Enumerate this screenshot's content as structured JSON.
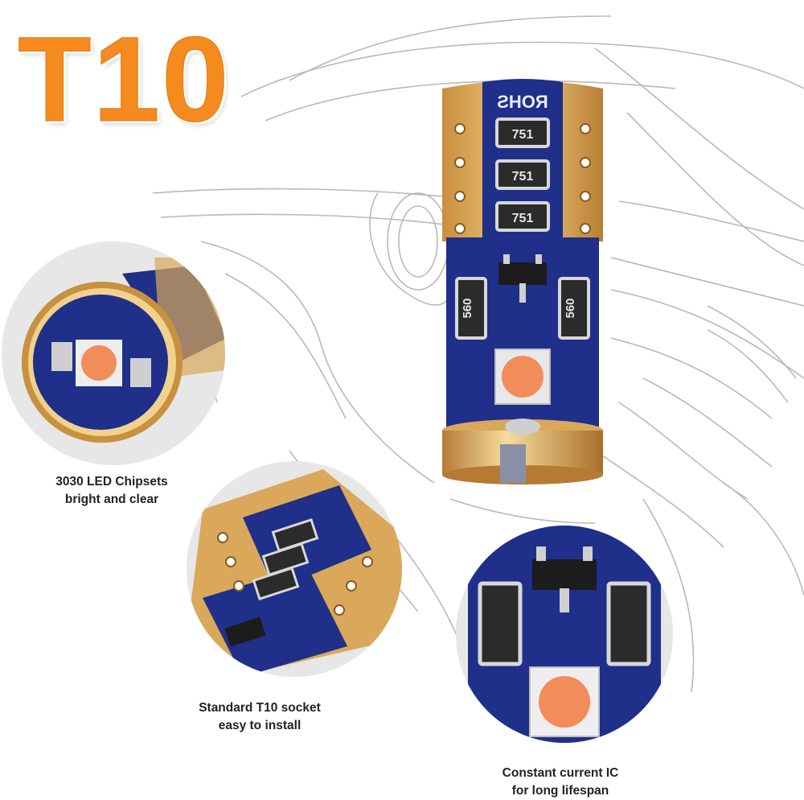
{
  "headline": "T10",
  "product_markings": {
    "board_mark": "ROHS",
    "resistor_code_a": "751",
    "resistor_code_b": "560"
  },
  "features": [
    {
      "line1": "3030 LED Chipsets",
      "line2": "bright and clear",
      "icon": "led-chip-closeup"
    },
    {
      "line1": "Standard T10 socket",
      "line2": "easy to install",
      "icon": "socket-closeup"
    },
    {
      "line1": "Constant current IC",
      "line2": "for long lifespan",
      "icon": "ic-closeup"
    }
  ],
  "colors": {
    "accent": "#f58a1f",
    "pcb_blue": "#1f2f8a",
    "copper": "#d9a85a",
    "led": "#f28c5a"
  }
}
